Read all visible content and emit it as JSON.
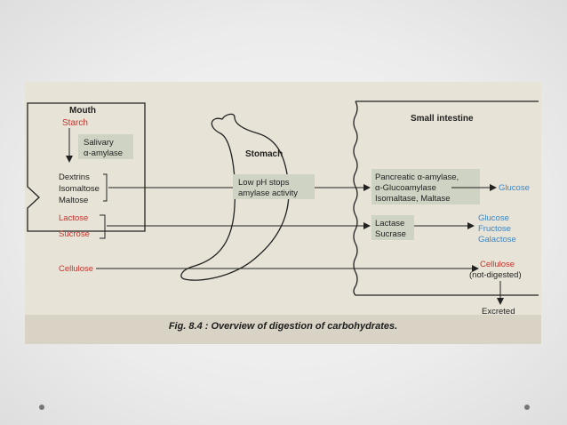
{
  "diagram": {
    "mouth": {
      "title": "Mouth",
      "starch": "Starch",
      "enzyme1": "Salivary",
      "enzyme2": "α-amylase",
      "dextrins": "Dextrins",
      "isomaltose": "Isomaltose",
      "maltose": "Maltose",
      "lactose": "Lactose",
      "sucrose": "Sucrose",
      "cellulose": "Cellulose"
    },
    "stomach": {
      "title": "Stomach",
      "note1": "Low pH stops",
      "note2": "amylase activity"
    },
    "intestine": {
      "title": "Small intestine",
      "enz1": "Pancreatic α-amylase,",
      "enz2": "α-Glucoamylase",
      "enz3": "Isomaltase, Maltase",
      "prod1": "Glucose",
      "enz4": "Lactase",
      "enz5": "Sucrase",
      "prod2": "Glucose",
      "prod3": "Fructose",
      "prod4": "Galactose",
      "cell1": "Cellulose",
      "cell2": "(not-digested)",
      "excreted": "Excreted"
    },
    "caption": "Fig. 8.4 : Overview of digestion of carbohydrates.",
    "colors": {
      "red": "#c8322c",
      "blue": "#3a87c8",
      "box": "#cfd3c3",
      "ink": "#222222"
    }
  }
}
